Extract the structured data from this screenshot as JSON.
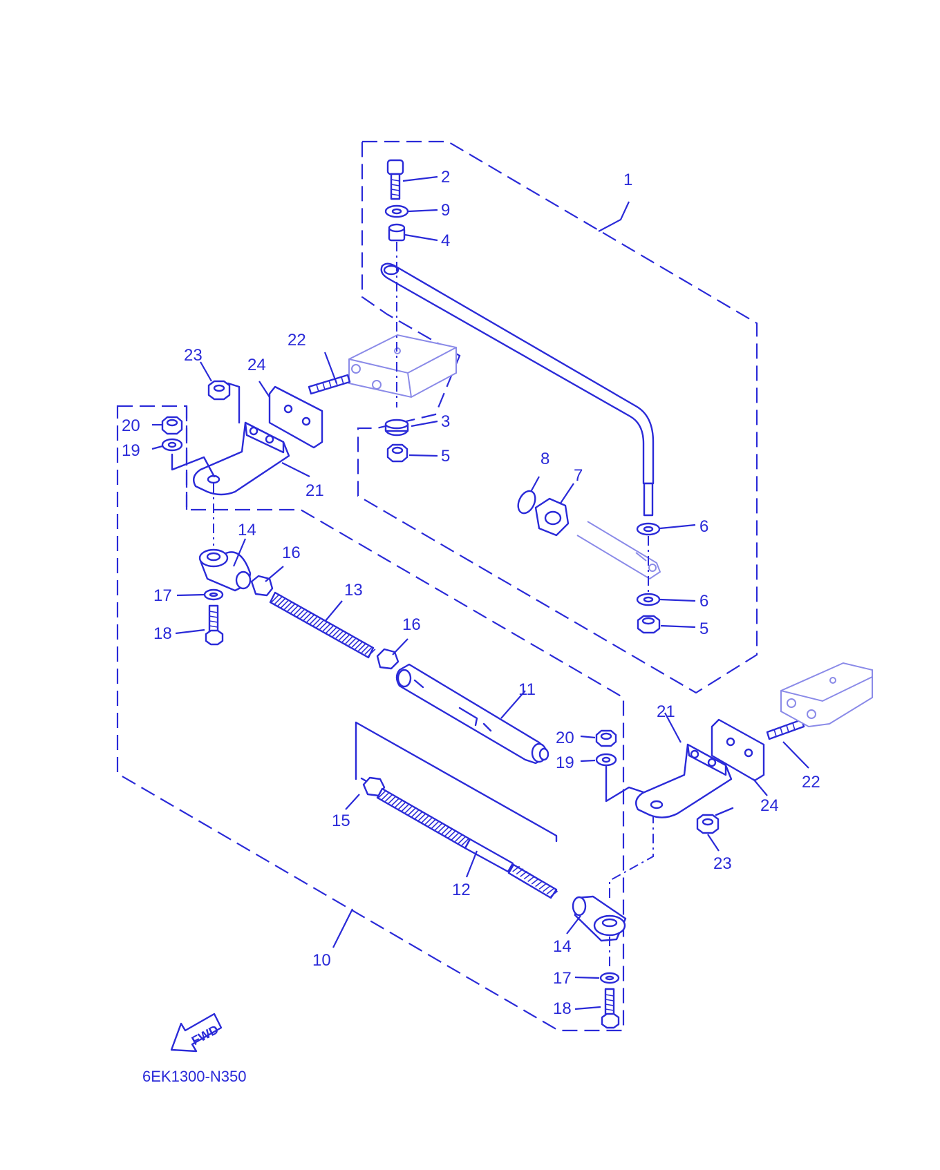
{
  "diagram_code": "6EK1300-N350",
  "direction_label": "FWD",
  "callouts": {
    "c1": "1",
    "c2": "2",
    "c9": "9",
    "c4": "4",
    "c3": "3",
    "c5a": "5",
    "c5b": "5",
    "c6a": "6",
    "c6b": "6",
    "c7": "7",
    "c8": "8",
    "c22a": "22",
    "c23a": "23",
    "c24a": "24",
    "c20a": "20",
    "c19a": "19",
    "c21a": "21",
    "c14a": "14",
    "c16a": "16",
    "c17a": "17",
    "c18a": "18",
    "c13": "13",
    "c16b": "16",
    "c11": "11",
    "c20b": "20",
    "c19b": "19",
    "c21b": "21",
    "c22b": "22",
    "c24b": "24",
    "c23b": "23",
    "c15": "15",
    "c12": "12",
    "c14b": "14",
    "c17b": "17",
    "c18b": "18",
    "c10": "10"
  },
  "colors": {
    "line": "#2a2ad8",
    "background": "#ffffff"
  }
}
